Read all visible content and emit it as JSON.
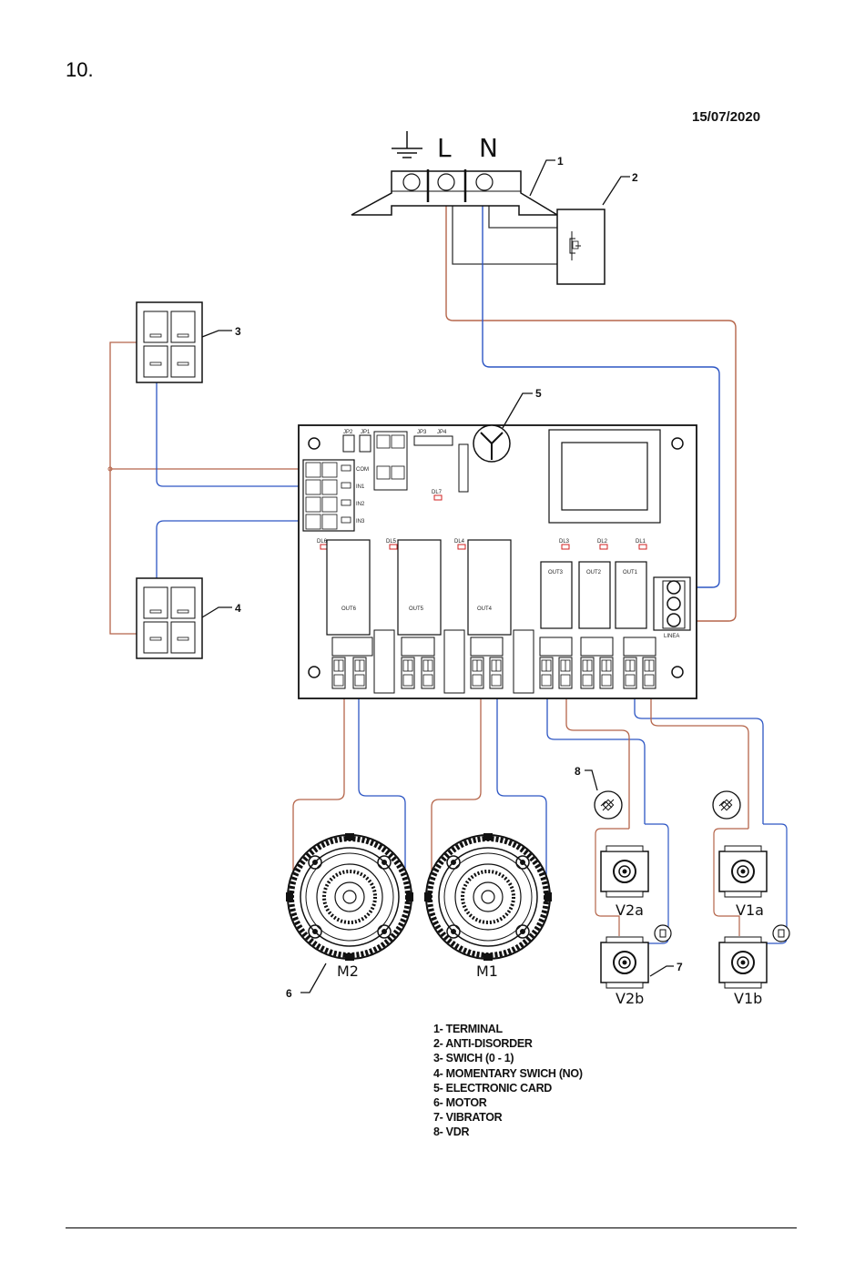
{
  "page": {
    "number": "10.",
    "date": "15/07/2020"
  },
  "terminal": {
    "symbols": [
      "L",
      "N"
    ]
  },
  "callouts": [
    "1",
    "2",
    "3",
    "4",
    "5",
    "6",
    "7",
    "8"
  ],
  "card": {
    "jumpers": [
      "JP2",
      "JP1",
      "JP3",
      "JP4"
    ],
    "inputs": [
      "COM",
      "IN1",
      "IN2",
      "IN3"
    ],
    "leds": [
      "DL7",
      "DL6",
      "DL5",
      "DL4",
      "DL3",
      "DL2",
      "DL1"
    ],
    "outputs_large": [
      "OUT6",
      "OUT5",
      "OUT4"
    ],
    "outputs_small": [
      "OUT3",
      "OUT2",
      "OUT1"
    ],
    "linea": "LINEA"
  },
  "components": {
    "motors": [
      "M2",
      "M1"
    ],
    "vibrators": [
      "V2a",
      "V1a",
      "V2b",
      "V1b"
    ]
  },
  "legend": [
    "1- TERMINAL",
    "2- ANTI-DISORDER",
    "3- SWICH (0 - 1)",
    "4- MOMENTARY SWICH (NO)",
    "5- ELECTRONIC CARD",
    "6- MOTOR",
    "7- VIBRATOR",
    "8- VDR"
  ],
  "colors": {
    "brown_wire": "#b5654a",
    "blue_wire": "#2d56c4",
    "black_wire": "#333333",
    "led_red": "#d22222"
  }
}
